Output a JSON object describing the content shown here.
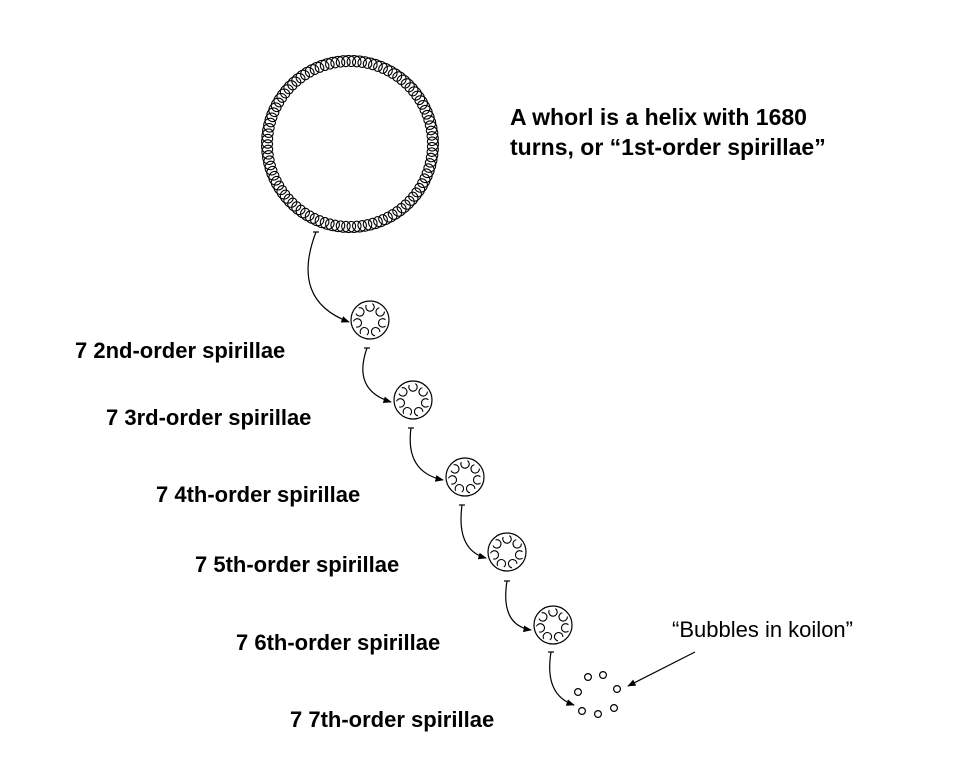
{
  "title_lines": [
    "A whorl  is a helix with 1680",
    "turns, or “1st-order spirillae”"
  ],
  "levels": [
    {
      "label": "7 2nd-order spirillae"
    },
    {
      "label": "7 3rd-order spirillae"
    },
    {
      "label": "7 4th-order spirillae"
    },
    {
      "label": "7 5th-order spirillae"
    },
    {
      "label": "7 6th-order spirillae"
    },
    {
      "label": "7 7th-order spirillae"
    }
  ],
  "bubbles_note": "“Bubbles in koilon”",
  "stroke_color": "#000000"
}
